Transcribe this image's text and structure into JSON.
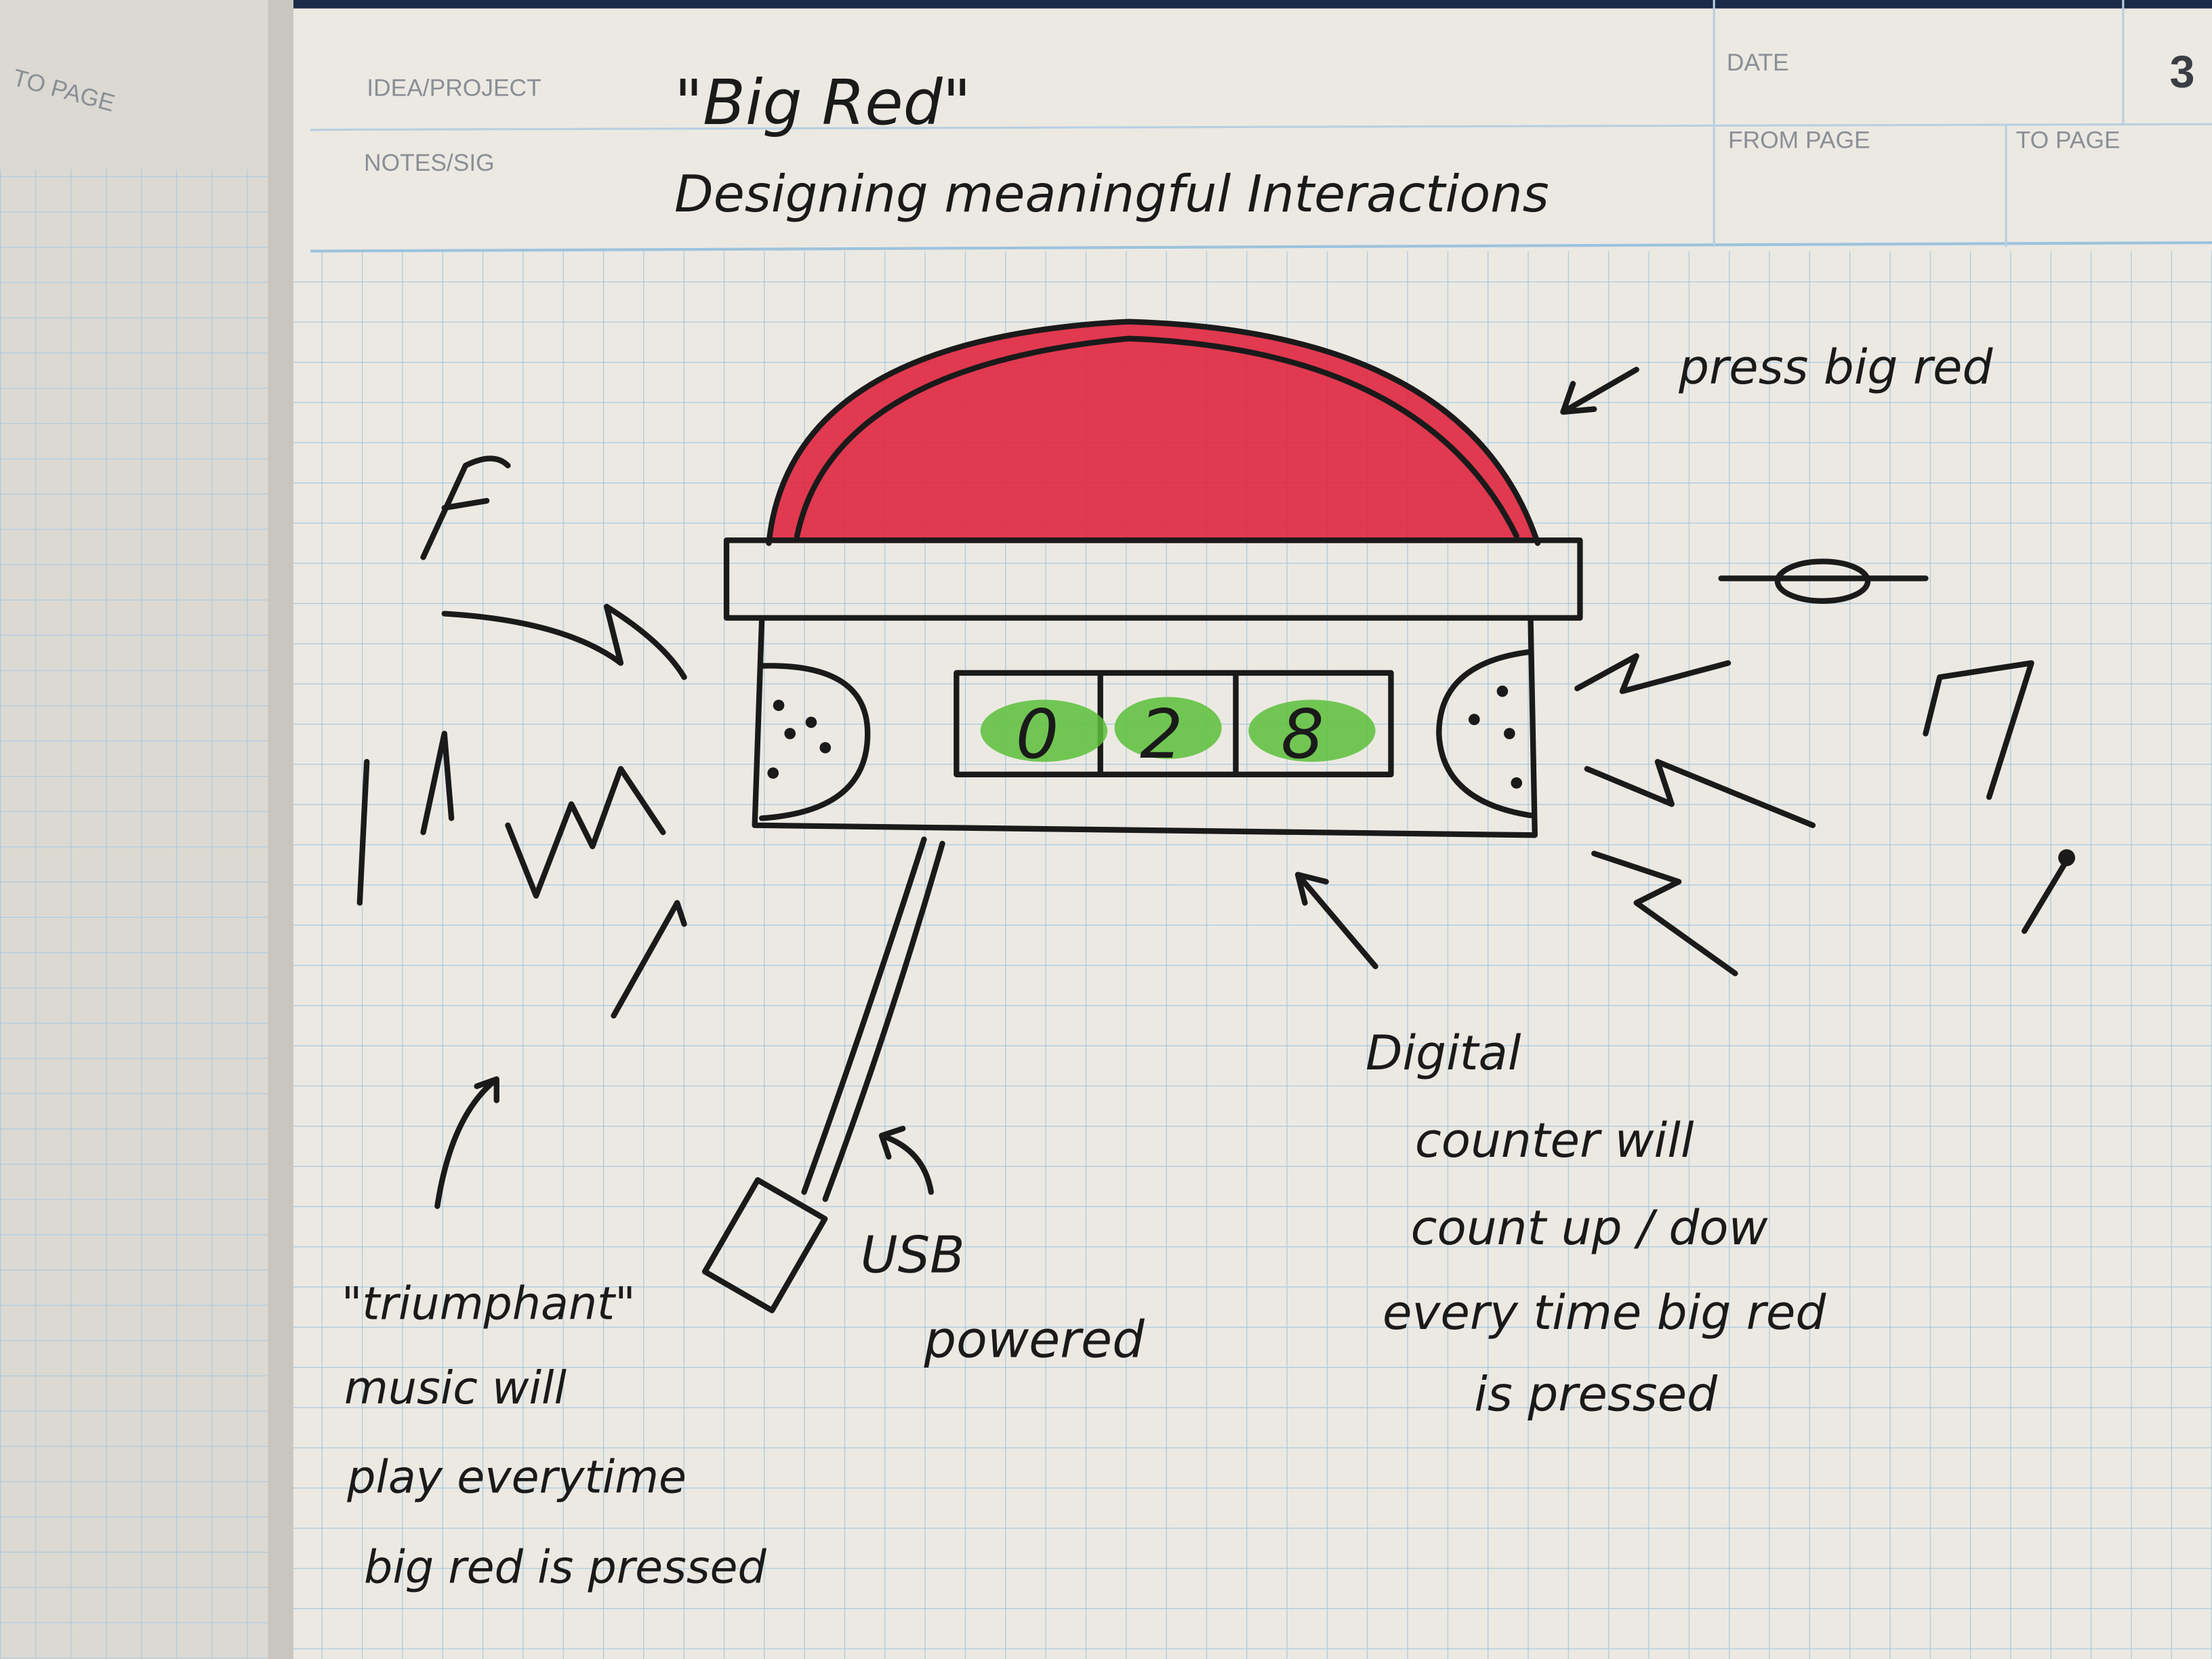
{
  "left_page": {
    "to_page_label": "TO PAGE"
  },
  "header": {
    "idea_project_label": "IDEA/PROJECT",
    "notes_sig_label": "NOTES/SIG",
    "date_label": "DATE",
    "from_page_label": "FROM PAGE",
    "to_page_label": "TO PAGE",
    "page_number": "3",
    "project_title": "\"Big Red\"",
    "subtitle": "Designing meaningful Interactions"
  },
  "sketch": {
    "counter_digits": [
      "0",
      "2",
      "8"
    ],
    "colors": {
      "button_red": "#e0263f",
      "counter_green": "#5cbf3a",
      "grid_blue": "#9cc3dc",
      "paper": "#ece9e3"
    },
    "annotations": {
      "press": "press big red",
      "counter": [
        "Digital",
        "counter will",
        "count up / dow",
        "every time big red",
        "is pressed"
      ],
      "usb": [
        "USB",
        "powered"
      ],
      "music": [
        "\"triumphant\"",
        "music will",
        "play everytime",
        "big red is pressed"
      ]
    }
  }
}
